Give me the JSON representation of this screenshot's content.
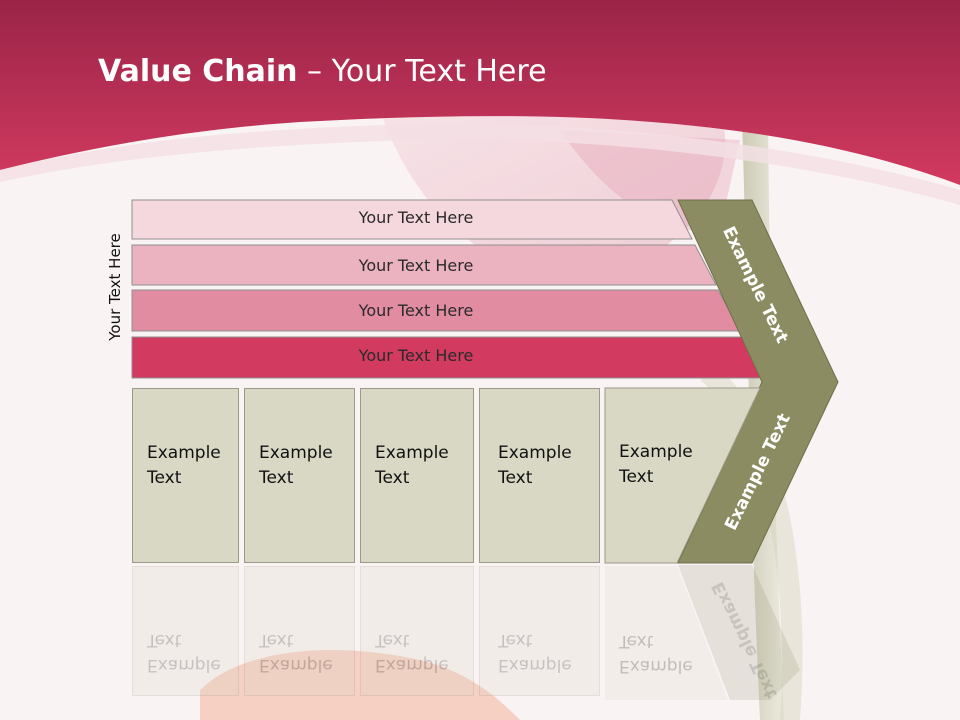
{
  "slide": {
    "title_bold": "Value Chain",
    "title_rest": " – Your Text Here",
    "side_label": "Your Text Here",
    "bands": [
      {
        "label": "Your Text Here",
        "color": "#f5d7de"
      },
      {
        "label": "Your Text Here",
        "color": "#ebb2c0"
      },
      {
        "label": "Your Text Here",
        "color": "#e28ca1"
      },
      {
        "label": "Your Text Here",
        "color": "#d23a60"
      }
    ],
    "boxes": [
      {
        "line1": "Example",
        "line2": "Text"
      },
      {
        "line1": "Example",
        "line2": "Text"
      },
      {
        "line1": "Example",
        "line2": "Text"
      },
      {
        "line1": "Example",
        "line2": "Text"
      },
      {
        "line1": "Example",
        "line2": "Text"
      }
    ],
    "chevron_top": "Example Text",
    "chevron_bottom": "Example Text",
    "colors": {
      "header": "#c63058",
      "chevron": "#8b8c62",
      "box": "#d8d8c4"
    }
  }
}
